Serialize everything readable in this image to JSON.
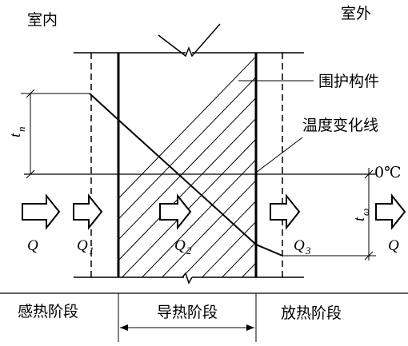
{
  "labels": {
    "indoor": "室内",
    "outdoor": "室外",
    "envelope": "围护构件",
    "temp_curve": "温度变化线",
    "zero_c": "0℃",
    "t_n": "t",
    "t_n_sub": "n",
    "t_w": "t",
    "t_w_sub": "ω"
  },
  "flows": {
    "q_left": "Q",
    "q1": "Q",
    "q1_sub": "1",
    "q2": "Q",
    "q2_sub": "2",
    "q3": "Q",
    "q3_sub": "3",
    "q_right": "Q"
  },
  "stages": {
    "sensible": "感热阶段",
    "conduction": "导热阶段",
    "release": "放热阶段"
  }
}
